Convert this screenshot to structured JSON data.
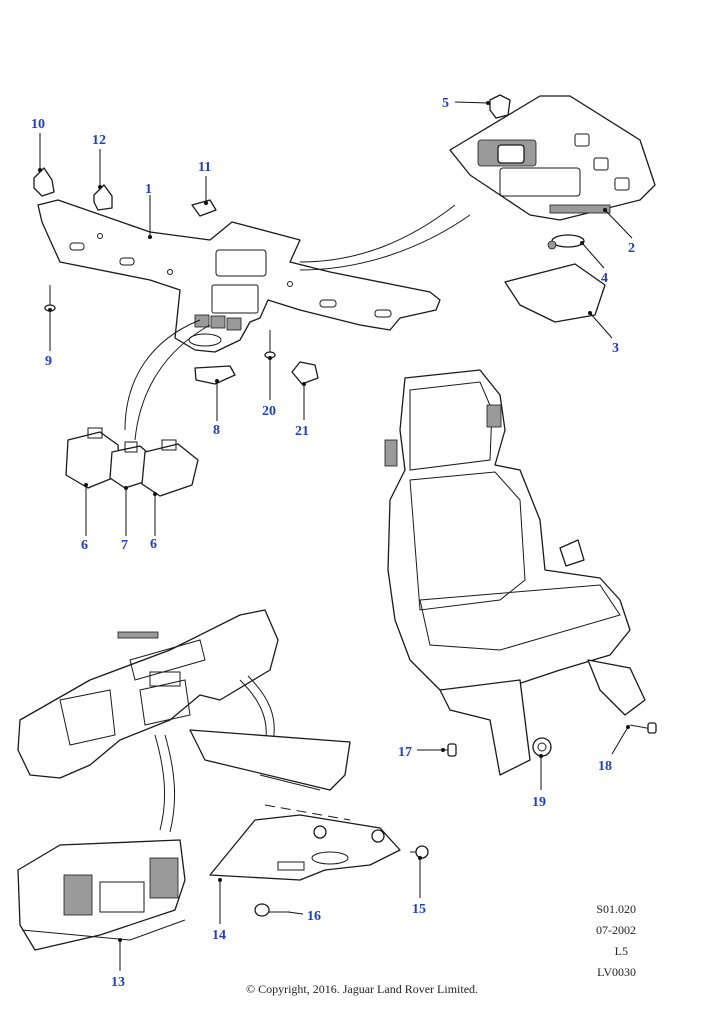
{
  "callouts": [
    "1",
    "2",
    "3",
    "4",
    "5",
    "6",
    "6",
    "7",
    "8",
    "9",
    "10",
    "11",
    "12",
    "13",
    "14",
    "15",
    "16",
    "17",
    "18",
    "19",
    "20",
    "21"
  ],
  "drawing_info": {
    "ref": "S01.020",
    "date": "07-2002",
    "code": "L5",
    "id": "LV0030"
  },
  "copyright": "© Copyright, 2016. Jaguar Land Rover Limited.",
  "colors": {
    "callout": "#1f3fbf",
    "line": "#1a1a1a"
  }
}
